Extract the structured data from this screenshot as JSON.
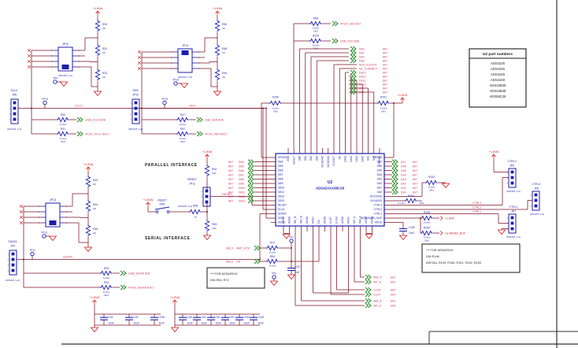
{
  "colors": {
    "wire": "#7c1027",
    "component": "#1c1cae",
    "net_label": "#cf3a5a",
    "power": "#d01818",
    "offpage_green": "#1e8a1e",
    "text": "#1a1a1a",
    "pin_number": "#b05050",
    "border": "#333333"
  },
  "part_table": {
    "title": "U2 part numbers",
    "parts": [
      "ADS4226",
      "ADS4245",
      "ADS4229",
      "ADS4249",
      "ADS42B29",
      "ADS42B49",
      "ADS58C28"
    ]
  },
  "ic": {
    "refdes": "U2",
    "part": "ADS42XXA58C28",
    "pins_left": [
      "DRVDD",
      "DB4",
      "DB5",
      "DB6",
      "DB7",
      "DB8",
      "DB9",
      "DB10",
      "DB11",
      "DB12",
      "DB13",
      "RESET",
      "SCLK",
      "SDATA",
      "SEN",
      "AVDD"
    ],
    "pins_right": [
      "DRVDD",
      "DA7",
      "DA6",
      "DA5",
      "DA4",
      "DA3",
      "DA2",
      "DA1",
      "DA0",
      "NC/DGND",
      "NC/AVDD",
      "CTRL3",
      "CTRL2",
      "CTRL1",
      "AVDD/AVDD_BUF",
      "AVDD"
    ],
    "pins_top": [
      "GND",
      "SDOUT",
      "DB0",
      "DB1",
      "DB2",
      "DB3",
      "NC/DGND",
      "NC/DGND",
      "CLKOUT",
      "NC",
      "DA13",
      "DA12",
      "DA11",
      "DA10",
      "DA9",
      "DA8",
      "DRGND"
    ],
    "pins_bottom": [
      "AGND",
      "AGND",
      "INP_B",
      "INM_B",
      "AGND",
      "AVDD",
      "CM",
      "AGND",
      "CLKP",
      "CLKM",
      "AGND",
      "AVDD",
      "INP_A",
      "INM_A",
      "AGND",
      "AGND"
    ]
  },
  "interface_titles": {
    "parallel": "PARALLEL INTERFACE",
    "serial": "SERIAL INTERFACE"
  },
  "jumper_pins_left": [
    "7",
    "5",
    "3",
    "1"
  ],
  "jumper_pins_right": [
    "8",
    "6",
    "4",
    "2"
  ],
  "header_pins": [
    "1",
    "2",
    "3",
    "4"
  ],
  "serial_blocks": [
    {
      "rail": "+1.8VA",
      "jp": "JP12",
      "jp_note": "(SHUNT 1-2)",
      "r_top": "R20",
      "r_top_v": "2K",
      "r_mid": "R21",
      "r_mid_v": "2K",
      "r_bot": "R22",
      "r_bot_v": "2K",
      "tp_jumper": "TP9",
      "tp_net": "TP10",
      "hdr_name": "SCLK",
      "hdr": "JP8",
      "hdr_note": "(SHUNT 1-2)",
      "net": "SCLK",
      "tap1": "R30",
      "tap1_v": "0 ohm",
      "tap1_dni": "",
      "tap1_dest": "USB_SCLK  8H8",
      "tap2": "R31",
      "tap2_v": "0 ohm",
      "tap2_dni": "DNI",
      "tap2_dest": "FPGA_SCLK  8H6,7"
    },
    {
      "rail": "+1.8VA",
      "jp": "JP14",
      "jp_note": "(SHUNT 7-8)",
      "r_top": "R50",
      "r_top_v": "2K",
      "r_mid": "R48",
      "r_mid_v": "2K",
      "r_bot": "R49",
      "r_bot_v": "2K",
      "tp_jumper": "TP14",
      "tp_net": "TP13",
      "hdr_name": "SEN",
      "hdr": "JP10",
      "hdr_note": "(SHUNT 1-2)",
      "net": "SEN",
      "tap1": "R47",
      "tap1_v": "0 ohm",
      "tap1_dni": "",
      "tap1_dest": "USB_SEN  8H8",
      "tap2": "R57",
      "tap2_v": "0 ohm",
      "tap2_dni": "DNI",
      "tap2_dest": "FPGA_SEN  8H6,7"
    },
    {
      "rail": "+1.8VA",
      "jp": "JP13",
      "jp_note": "",
      "r_top": "R43",
      "r_top_v": "2K",
      "r_mid": "R44",
      "r_mid_v": "2K",
      "r_bot": "R45",
      "r_bot_v": "2K",
      "tp_jumper": "TP12",
      "tp_net": "TP11",
      "hdr_name": "SDATA",
      "hdr": "JP9",
      "hdr_note": "(SHUNT 1-2)",
      "net": "SDATA",
      "tap1": "R33",
      "tap1_v": "0 ohm",
      "tap1_dni": "",
      "tap1_dest": "USB_SDATA  8H8",
      "tap2": "R34",
      "tap2_v": "0 ohm",
      "tap2_dni": "DNI",
      "tap2_dest": "FPGA_SDATA  8H6,7"
    }
  ],
  "reset": {
    "rail": "+1.8VA",
    "r_up": "R52",
    "r_up_v": "10K",
    "jp_label": "RESET",
    "jp": "JP11",
    "jp_note": "(SHUNT 1-2)",
    "net": "RESET",
    "sw_label": "RESET",
    "sw": "SW1",
    "sw_rail": "+1.8VA",
    "r_series": "R58",
    "r_series_v": "10",
    "r_dn": "R53",
    "r_dn_v": "10K"
  },
  "parallel_bus": [
    {
      "s": "8H7",
      "n": "DB4"
    },
    {
      "s": "8H7",
      "n": "DB5"
    },
    {
      "s": "8H7",
      "n": "DB6"
    },
    {
      "s": "8H7",
      "n": "DB7"
    },
    {
      "s": "8H7",
      "n": "DB8"
    },
    {
      "s": "8H7",
      "n": "DB9"
    },
    {
      "s": "8H7",
      "n": "DB10"
    },
    {
      "s": "8H7",
      "n": "DB11"
    },
    {
      "s": "8H7",
      "n": "DB12"
    },
    {
      "s": "8H7",
      "n": "DB13"
    }
  ],
  "sdo_taps": [
    {
      "ref": "R56",
      "v": "0 ohm",
      "dni": "DNI",
      "dest": "FPGA_SDO  8H7"
    },
    {
      "ref": "R126",
      "v": "0 ohm",
      "dni": "DNI",
      "dest": "USB_SDO  8H8"
    }
  ],
  "top_bus": [
    {
      "n": "DB0",
      "s": "8H7",
      "a": true
    },
    {
      "n": "DB1",
      "s": "8H7",
      "a": true
    },
    {
      "n": "DB2",
      "s": "8H7",
      "a": true
    },
    {
      "n": "DB3",
      "s": "8H7",
      "a": true
    },
    {
      "n": "AUX_CLKOUT",
      "s": "8H7",
      "a": false
    },
    {
      "n": "NC_CONNECT",
      "s": "8H7",
      "a": false
    },
    {
      "n": "DA13",
      "s": "8H7",
      "a": true
    },
    {
      "n": "DA12",
      "s": "8H7",
      "a": true
    },
    {
      "n": "DA11",
      "s": "8H7",
      "a": true
    },
    {
      "n": "DA10",
      "s": "8H7",
      "a": true
    },
    {
      "n": "DA9",
      "s": "8H7",
      "a": true
    },
    {
      "n": "DA8",
      "s": "8H7",
      "a": true
    }
  ],
  "right_bus": [
    {
      "n": "DA7",
      "s": "8H7"
    },
    {
      "n": "DA6",
      "s": "8H7"
    },
    {
      "n": "DA5",
      "s": "8H7"
    },
    {
      "n": "DA4",
      "s": "8H7"
    },
    {
      "n": "DA3",
      "s": "8H7"
    },
    {
      "n": "DA2",
      "s": "8H7"
    },
    {
      "n": "DA1",
      "s": "8H7"
    },
    {
      "n": "DA0",
      "s": "8H7"
    }
  ],
  "drvdd": {
    "rail": "+1.8VD",
    "r_left": "R150",
    "r_left_v": "0 ohm",
    "r_left_dni": "DNI",
    "r_right": "R151",
    "r_right_v": "0 ohm",
    "r_right_dni": "DNI"
  },
  "ctrl": {
    "labels": [
      "CTRL3",
      "CTRL2",
      "CTRL1"
    ],
    "r153": "R153",
    "r153_v": "0 ohm",
    "r153_dni": "DNI",
    "r152": "R152",
    "r152_v": "0 ohm",
    "r152_dni": "DNI",
    "rail": "+1.8VA",
    "jumpers": [
      {
        "name": "CTRL3",
        "jp": "JP5",
        "note": "(SHUNT 1-2)"
      },
      {
        "name": "CTRL2",
        "jp": "JP6",
        "note": "(SHUNT 1-2)"
      },
      {
        "name": "CTRL1",
        "jp": "JP7",
        "note": "(SHUNT 1-2)"
      }
    ]
  },
  "avdd": {
    "r148": "R148",
    "r148_v": "0 ohm",
    "r148_rail": "+1.8VA",
    "r149": "R149",
    "r149_v": "0 ohm",
    "r149_dni": "DNI",
    "r149_rail": "+3.3AVDD_BUF",
    "c159": "C159",
    "c159_v": "10uF"
  },
  "vcm": {
    "row1_s": "8H2,3",
    "row1_n": "AMP_VCM",
    "r72": "R72",
    "r72_v": "0 ohm",
    "row2_s": "8H2,3",
    "row2_n": "CM",
    "r54": "R54",
    "r54_v": "0 ohm",
    "tp1": "TP1",
    "tp2": "TP2",
    "c33": "C33",
    "c33_v": "1uF"
  },
  "bottom_bus": [
    {
      "n": "INM_A",
      "s": "8H2"
    },
    {
      "n": "INP_A",
      "s": "8H2"
    },
    {
      "n": "CLKM",
      "s": "8H4"
    },
    {
      "n": "CLKP",
      "s": "8H4"
    },
    {
      "n": "INM_B",
      "s": "8H3"
    },
    {
      "n": "INP_B",
      "s": "8H3"
    }
  ],
  "notes": [
    {
      "l1": "*** FOR ADS42RXX:",
      "l2": "DNI R54, R72",
      "l3": ""
    },
    {
      "l1": "*** FOR ADS42RXX:",
      "l2": "DNI R148",
      "l3": "INSTALL R149, R150, R151, R152, R153"
    }
  ],
  "decoupling": [
    {
      "rail": "+1.8VD",
      "caps": [
        {
          "ref": "C44",
          "v": "10uF"
        },
        {
          "ref": "C45",
          "v": "10uF"
        },
        {
          "ref": "C190",
          "v": "10uF"
        }
      ]
    },
    {
      "rail": "+1.8VA",
      "caps": [
        {
          "ref": "C48",
          "v": "10uF"
        },
        {
          "ref": "C49",
          "v": "10uF"
        },
        {
          "ref": "C50",
          "v": "10uF"
        },
        {
          "ref": "C57",
          "v": "10uF"
        },
        {
          "ref": "C161",
          "v": "10uF"
        },
        {
          "ref": "C162",
          "v": "10uF"
        }
      ]
    }
  ]
}
